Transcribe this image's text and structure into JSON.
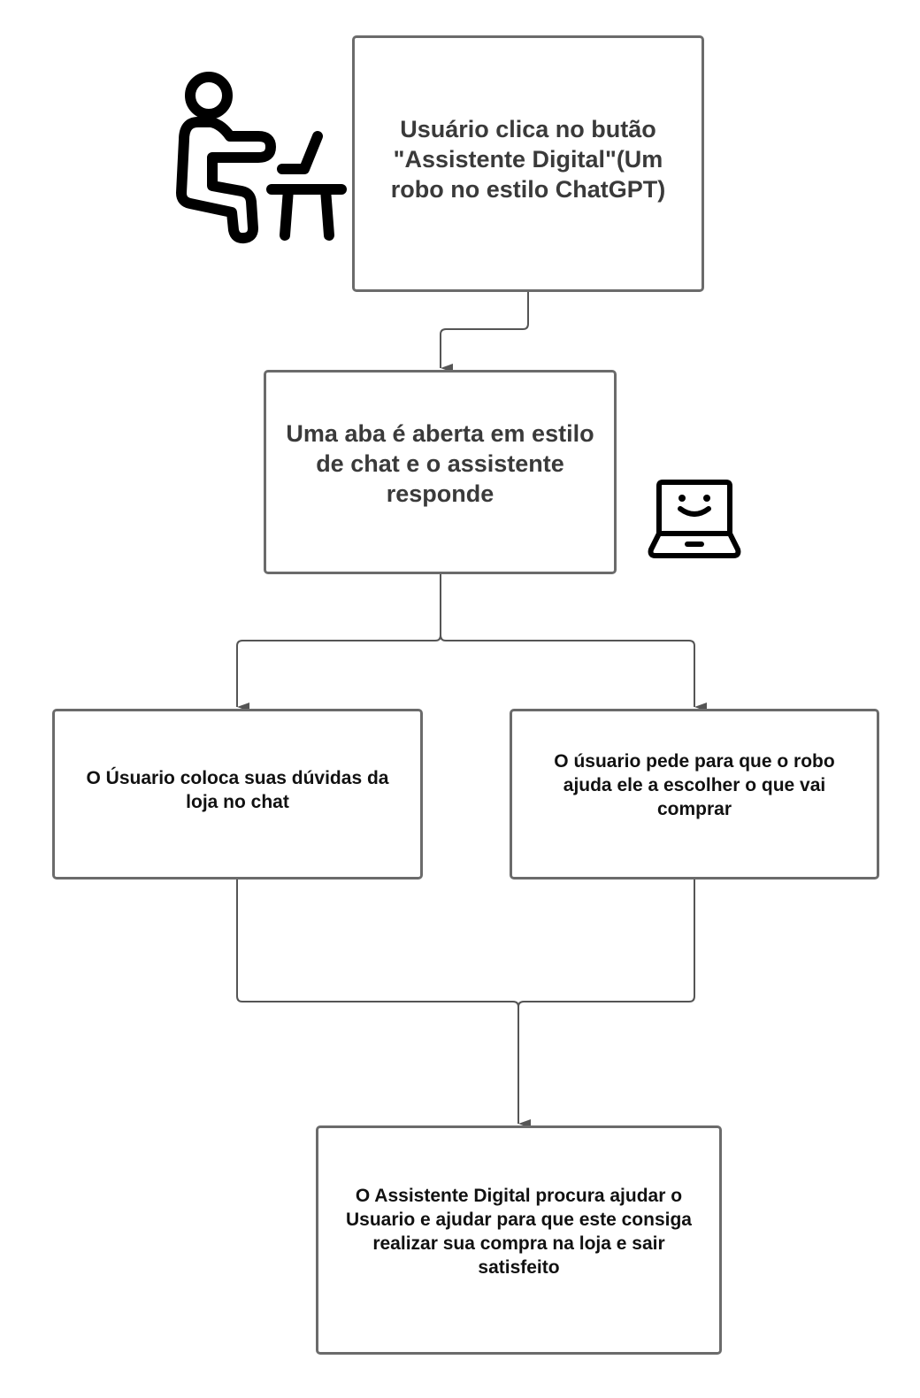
{
  "diagram": {
    "type": "flowchart",
    "nodes": [
      {
        "id": "n1",
        "text": "Usuário clica no butão \"Assistente Digital\"(Um robo no estilo ChatGPT)"
      },
      {
        "id": "n2",
        "text": "Uma aba é aberta em estilo de chat e o assistente responde"
      },
      {
        "id": "n3",
        "text": "O Úsuario coloca suas dúvidas da loja no chat"
      },
      {
        "id": "n4",
        "text": "O úsuario pede para que o robo ajuda  ele a escolher o que vai comprar"
      },
      {
        "id": "n5",
        "text": "O Assistente Digital procura ajudar o Usuario e ajudar para que este consiga realizar sua compra na loja e sair satisfeito"
      }
    ],
    "edges": [
      {
        "from": "n1",
        "to": "n2"
      },
      {
        "from": "n2",
        "to": "n3"
      },
      {
        "from": "n2",
        "to": "n4"
      },
      {
        "from": "n3",
        "to": "n5"
      },
      {
        "from": "n4",
        "to": "n5"
      }
    ],
    "icons": [
      "person-at-desk-icon",
      "laptop-smile-icon"
    ],
    "colors": {
      "border": "#6b6b6b",
      "connector": "#555555",
      "text_large": "#3a3a3a",
      "text_small": "#111111",
      "icon": "#000000",
      "background": "#ffffff"
    }
  }
}
